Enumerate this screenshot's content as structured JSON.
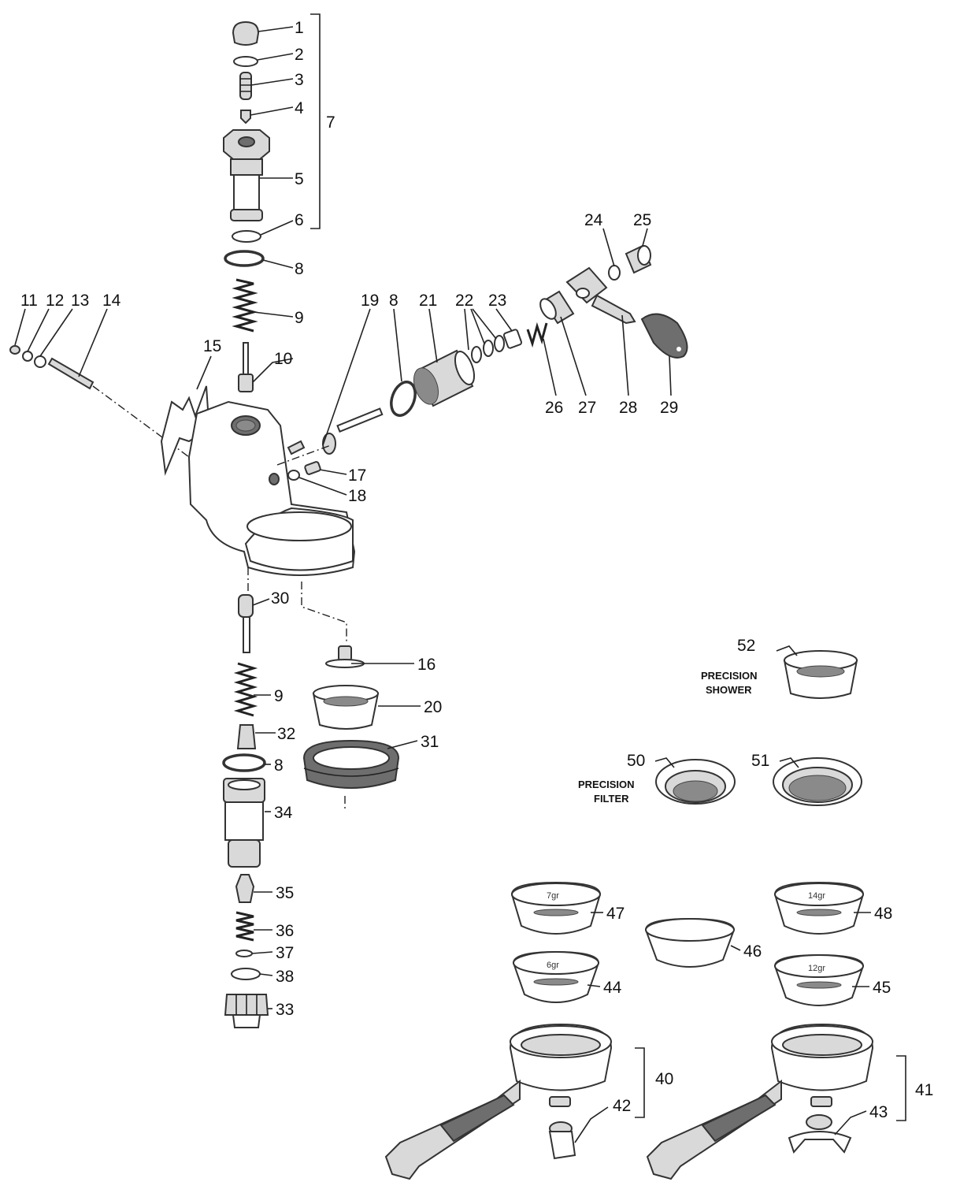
{
  "labels": {
    "n1": "1",
    "n2": "2",
    "n3": "3",
    "n4": "4",
    "n5": "5",
    "n6": "6",
    "n7": "7",
    "n8": "8",
    "n9": "9",
    "n10": "10",
    "n11": "11",
    "n12": "12",
    "n13": "13",
    "n14": "14",
    "n15": "15",
    "n16": "16",
    "n17": "17",
    "n18": "18",
    "n19": "19",
    "n20": "20",
    "n21": "21",
    "n22": "22",
    "n23": "23",
    "n24": "24",
    "n25": "25",
    "n26": "26",
    "n27": "27",
    "n28": "28",
    "n29": "29",
    "n30": "30",
    "n31": "31",
    "n32": "32",
    "n33": "33",
    "n34": "34",
    "n35": "35",
    "n36": "36",
    "n37": "37",
    "n38": "38",
    "n40": "40",
    "n41": "41",
    "n42": "42",
    "n43": "43",
    "n44": "44",
    "n45": "45",
    "n46": "46",
    "n47": "47",
    "n48": "48",
    "n50": "50",
    "n51": "51",
    "n52": "52"
  },
  "captions": {
    "shower_line1": "PRECISION",
    "shower_line2": "SHOWER",
    "filter_line1": "PRECISION",
    "filter_line2": "FILTER"
  },
  "baskets": {
    "b7": "7gr",
    "b14": "14gr",
    "b6": "6gr",
    "b12": "12gr"
  }
}
